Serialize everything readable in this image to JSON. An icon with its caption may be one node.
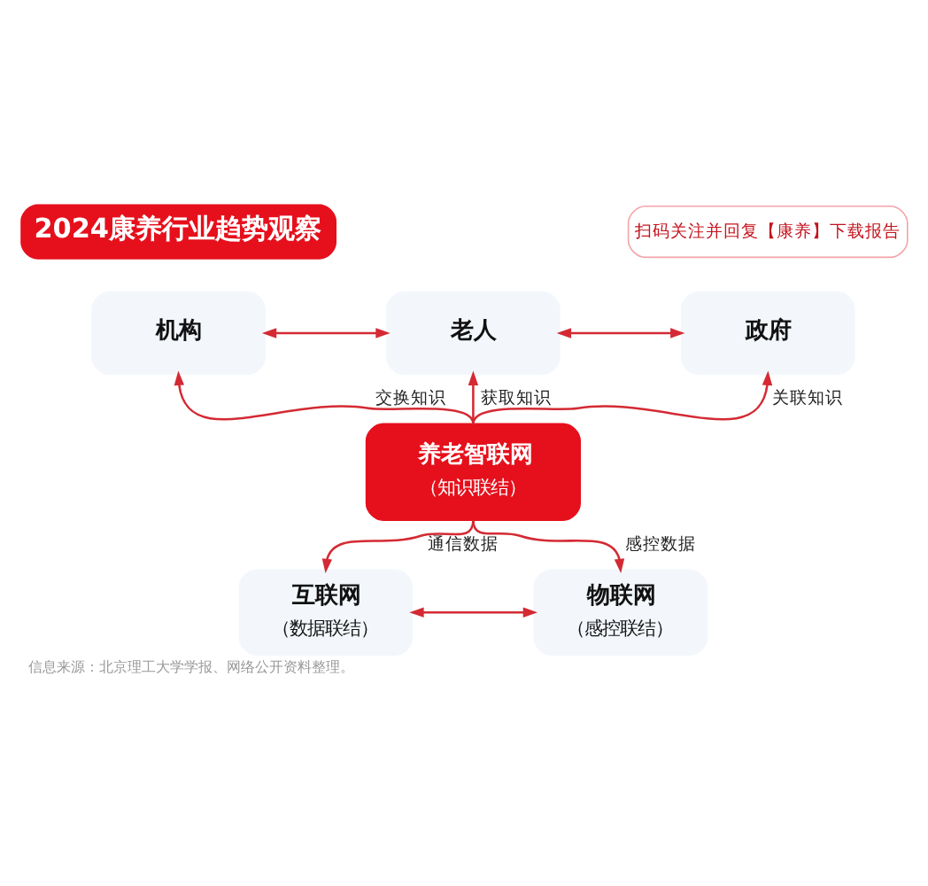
{
  "diagram": {
    "title": "2024康养行业趋势观察",
    "caption": "信息来源：北京理工大学学报、网络公开资料整理。",
    "nodes": [
      {
        "text": [
          "机构"
        ]
      },
      {
        "text": [
          "老人"
        ]
      },
      {
        "text": [
          "政府"
        ]
      },
      {
        "text": [
          "养老智联网",
          "（知识联结）"
        ]
      },
      {
        "text": [
          "互联网",
          "（数据联结）"
        ]
      },
      {
        "text": [
          "物联网",
          "（感控联结）"
        ]
      }
    ],
    "edges": [
      {
        "from": 0,
        "to": 1,
        "arrow": "both"
      },
      {
        "from": 1,
        "to": 2,
        "arrow": "both"
      },
      {
        "from": 3,
        "to": 0,
        "arrow": "to",
        "label": "交换知识"
      },
      {
        "from": 3,
        "to": 1,
        "arrow": "to",
        "label": "获取知识"
      },
      {
        "from": 3,
        "to": 2,
        "arrow": "to",
        "label": "关联知识"
      },
      {
        "from": 3,
        "to": 4,
        "arrow": "to",
        "label": "通信数据"
      },
      {
        "from": 3,
        "to": 5,
        "arrow": "to",
        "label": "感控数据"
      },
      {
        "from": 4,
        "to": 5,
        "arrow": "both"
      }
    ],
    "labels": [
      "扫码关注并回复【康养】下载报告"
    ]
  }
}
